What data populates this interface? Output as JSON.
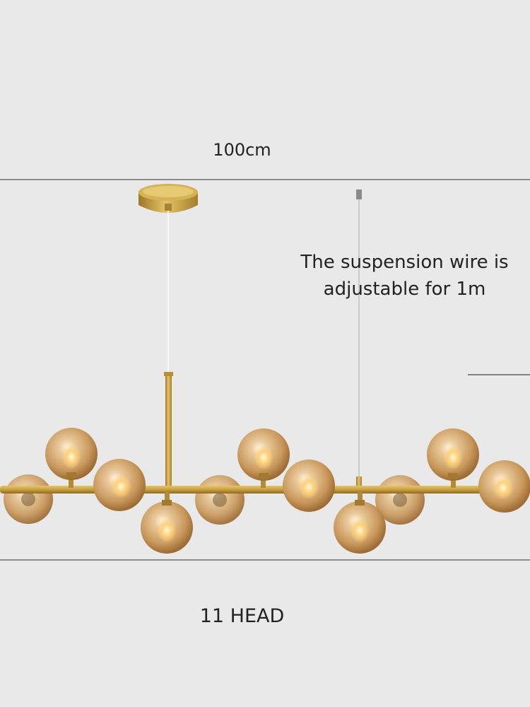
{
  "labels": {
    "width": "100cm",
    "wire_note_line1": "The suspension wire is",
    "wire_note_line2": "adjustable for 1m",
    "head_count": "11 HEAD"
  },
  "colors": {
    "background": "#e9e9e9",
    "brass": "#c9a244",
    "amber_glass": "#c99a61",
    "bulb_glow": "#ffd27a",
    "dimension_line": "#555555"
  }
}
